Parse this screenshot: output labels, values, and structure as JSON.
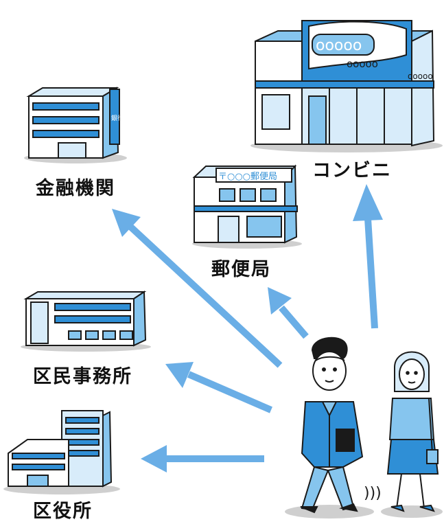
{
  "colors": {
    "arrow": "#6aaee6",
    "building_light": "#d8ecfa",
    "building_mid": "#86c5ee",
    "building_dark": "#2f8fd6",
    "outline": "#1a1a1a",
    "ground": "#cfcfcf"
  },
  "destinations": {
    "bank": {
      "label": "金融機関",
      "sign": "銀行"
    },
    "convenience_store": {
      "label": "コンビニ",
      "sign_large": "ooooo",
      "sign_small": "ooooo",
      "sign_side": "ooooo"
    },
    "post_office": {
      "label": "郵便局",
      "sign": "〒○○○郵便局"
    },
    "ward_branch_office": {
      "label": "区民事務所"
    },
    "ward_office": {
      "label": "区役所"
    }
  },
  "people": {
    "walking_sound": ")))"
  }
}
